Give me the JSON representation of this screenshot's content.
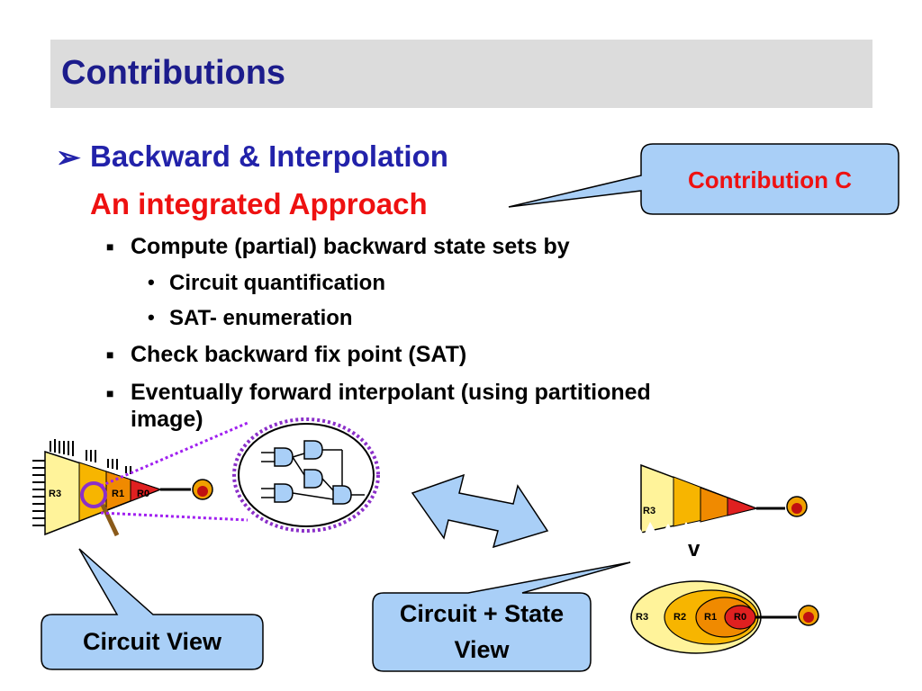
{
  "title": "Contributions",
  "bullet_main": {
    "line1": "Backward & Interpolation",
    "line2": "An integrated Approach"
  },
  "items": [
    "Compute (partial) backward state sets by",
    "Check backward fix point (SAT)",
    "Eventually forward interpolant (using partitioned",
    "image)"
  ],
  "subitems": [
    "Circuit quantification",
    "SAT- enumeration"
  ],
  "callouts": {
    "contribution": "Contribution C",
    "circuit_view": "Circuit View",
    "circuit_state_line1": "Circuit + State",
    "circuit_state_line2": "View"
  },
  "diagram_labels": {
    "r3": "R3",
    "r2": "R2",
    "r1": "R1",
    "r0": "R0",
    "or_symbol": "v"
  },
  "colors": {
    "title_bg": "#dcdcdc",
    "title_text": "#1c1c8c",
    "bullet_blue": "#2222aa",
    "accent_red": "#ee1111",
    "callout_fill": "#a9cff7",
    "ring_yellow": "#fff39a",
    "ring_orange": "#f7b500",
    "ring_dark_orange": "#f08a00",
    "ring_red": "#e02020"
  }
}
